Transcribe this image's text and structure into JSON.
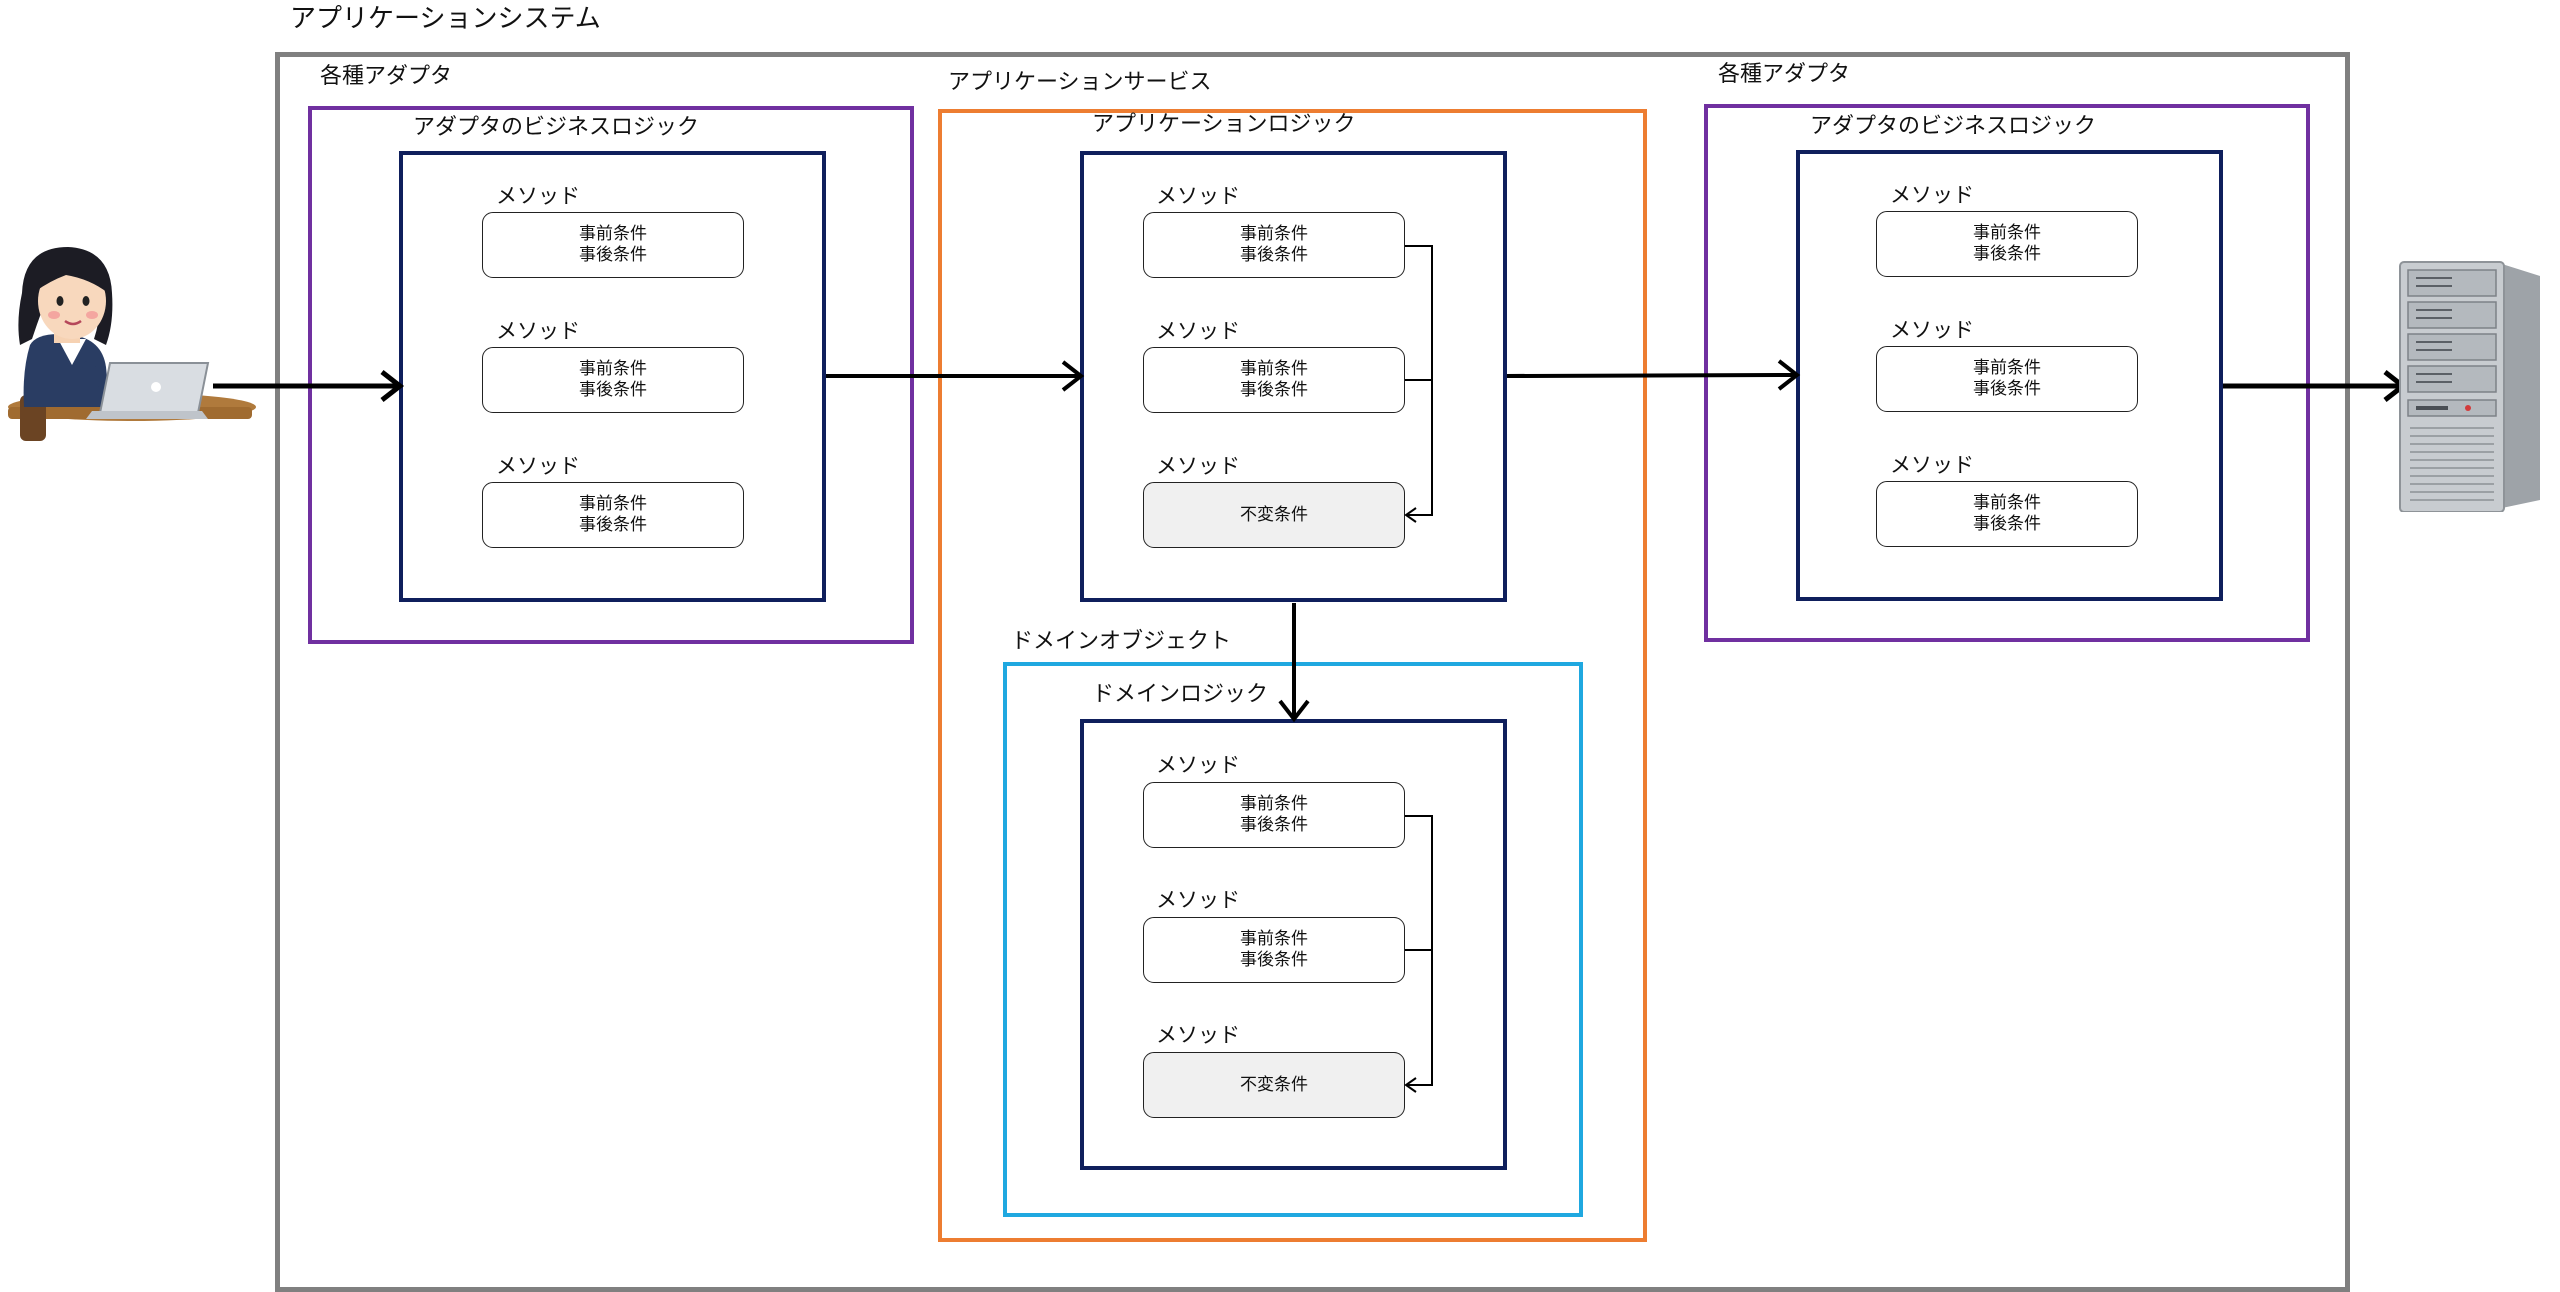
{
  "system": {
    "title": "アプリケーションシステム"
  },
  "adapter_left": {
    "title": "各種アダプタ",
    "logic_title": "アダプタのビジネスロジック",
    "methods": [
      {
        "label": "メソッド",
        "lines": [
          "事前条件",
          "事後条件"
        ]
      },
      {
        "label": "メソッド",
        "lines": [
          "事前条件",
          "事後条件"
        ]
      },
      {
        "label": "メソッド",
        "lines": [
          "事前条件",
          "事後条件"
        ]
      }
    ]
  },
  "service": {
    "title": "アプリケーションサービス",
    "logic_title": "アプリケーションロジック",
    "methods": [
      {
        "label": "メソッド",
        "lines": [
          "事前条件",
          "事後条件"
        ]
      },
      {
        "label": "メソッド",
        "lines": [
          "事前条件",
          "事後条件"
        ]
      },
      {
        "label": "メソッド",
        "lines": [
          "不変条件"
        ]
      }
    ]
  },
  "domain": {
    "title": "ドメインオブジェクト",
    "logic_title": "ドメインロジック",
    "methods": [
      {
        "label": "メソッド",
        "lines": [
          "事前条件",
          "事後条件"
        ]
      },
      {
        "label": "メソッド",
        "lines": [
          "事前条件",
          "事後条件"
        ]
      },
      {
        "label": "メソッド",
        "lines": [
          "不変条件"
        ]
      }
    ]
  },
  "adapter_right": {
    "title": "各種アダプタ",
    "logic_title": "アダプタのビジネスロジック",
    "methods": [
      {
        "label": "メソッド",
        "lines": [
          "事前条件",
          "事後条件"
        ]
      },
      {
        "label": "メソッド",
        "lines": [
          "事前条件",
          "事後条件"
        ]
      },
      {
        "label": "メソッド",
        "lines": [
          "事前条件",
          "事後条件"
        ]
      }
    ]
  },
  "icons": {
    "user": "person-at-laptop-icon",
    "server": "server-tower-icon"
  },
  "colors": {
    "system_border": "#808080",
    "adapter_border": "#7030a0",
    "service_border": "#ed7d31",
    "domain_border": "#1fa8e0",
    "logic_border": "#0f1f5c",
    "invariant_fill": "#f0f0f0"
  }
}
